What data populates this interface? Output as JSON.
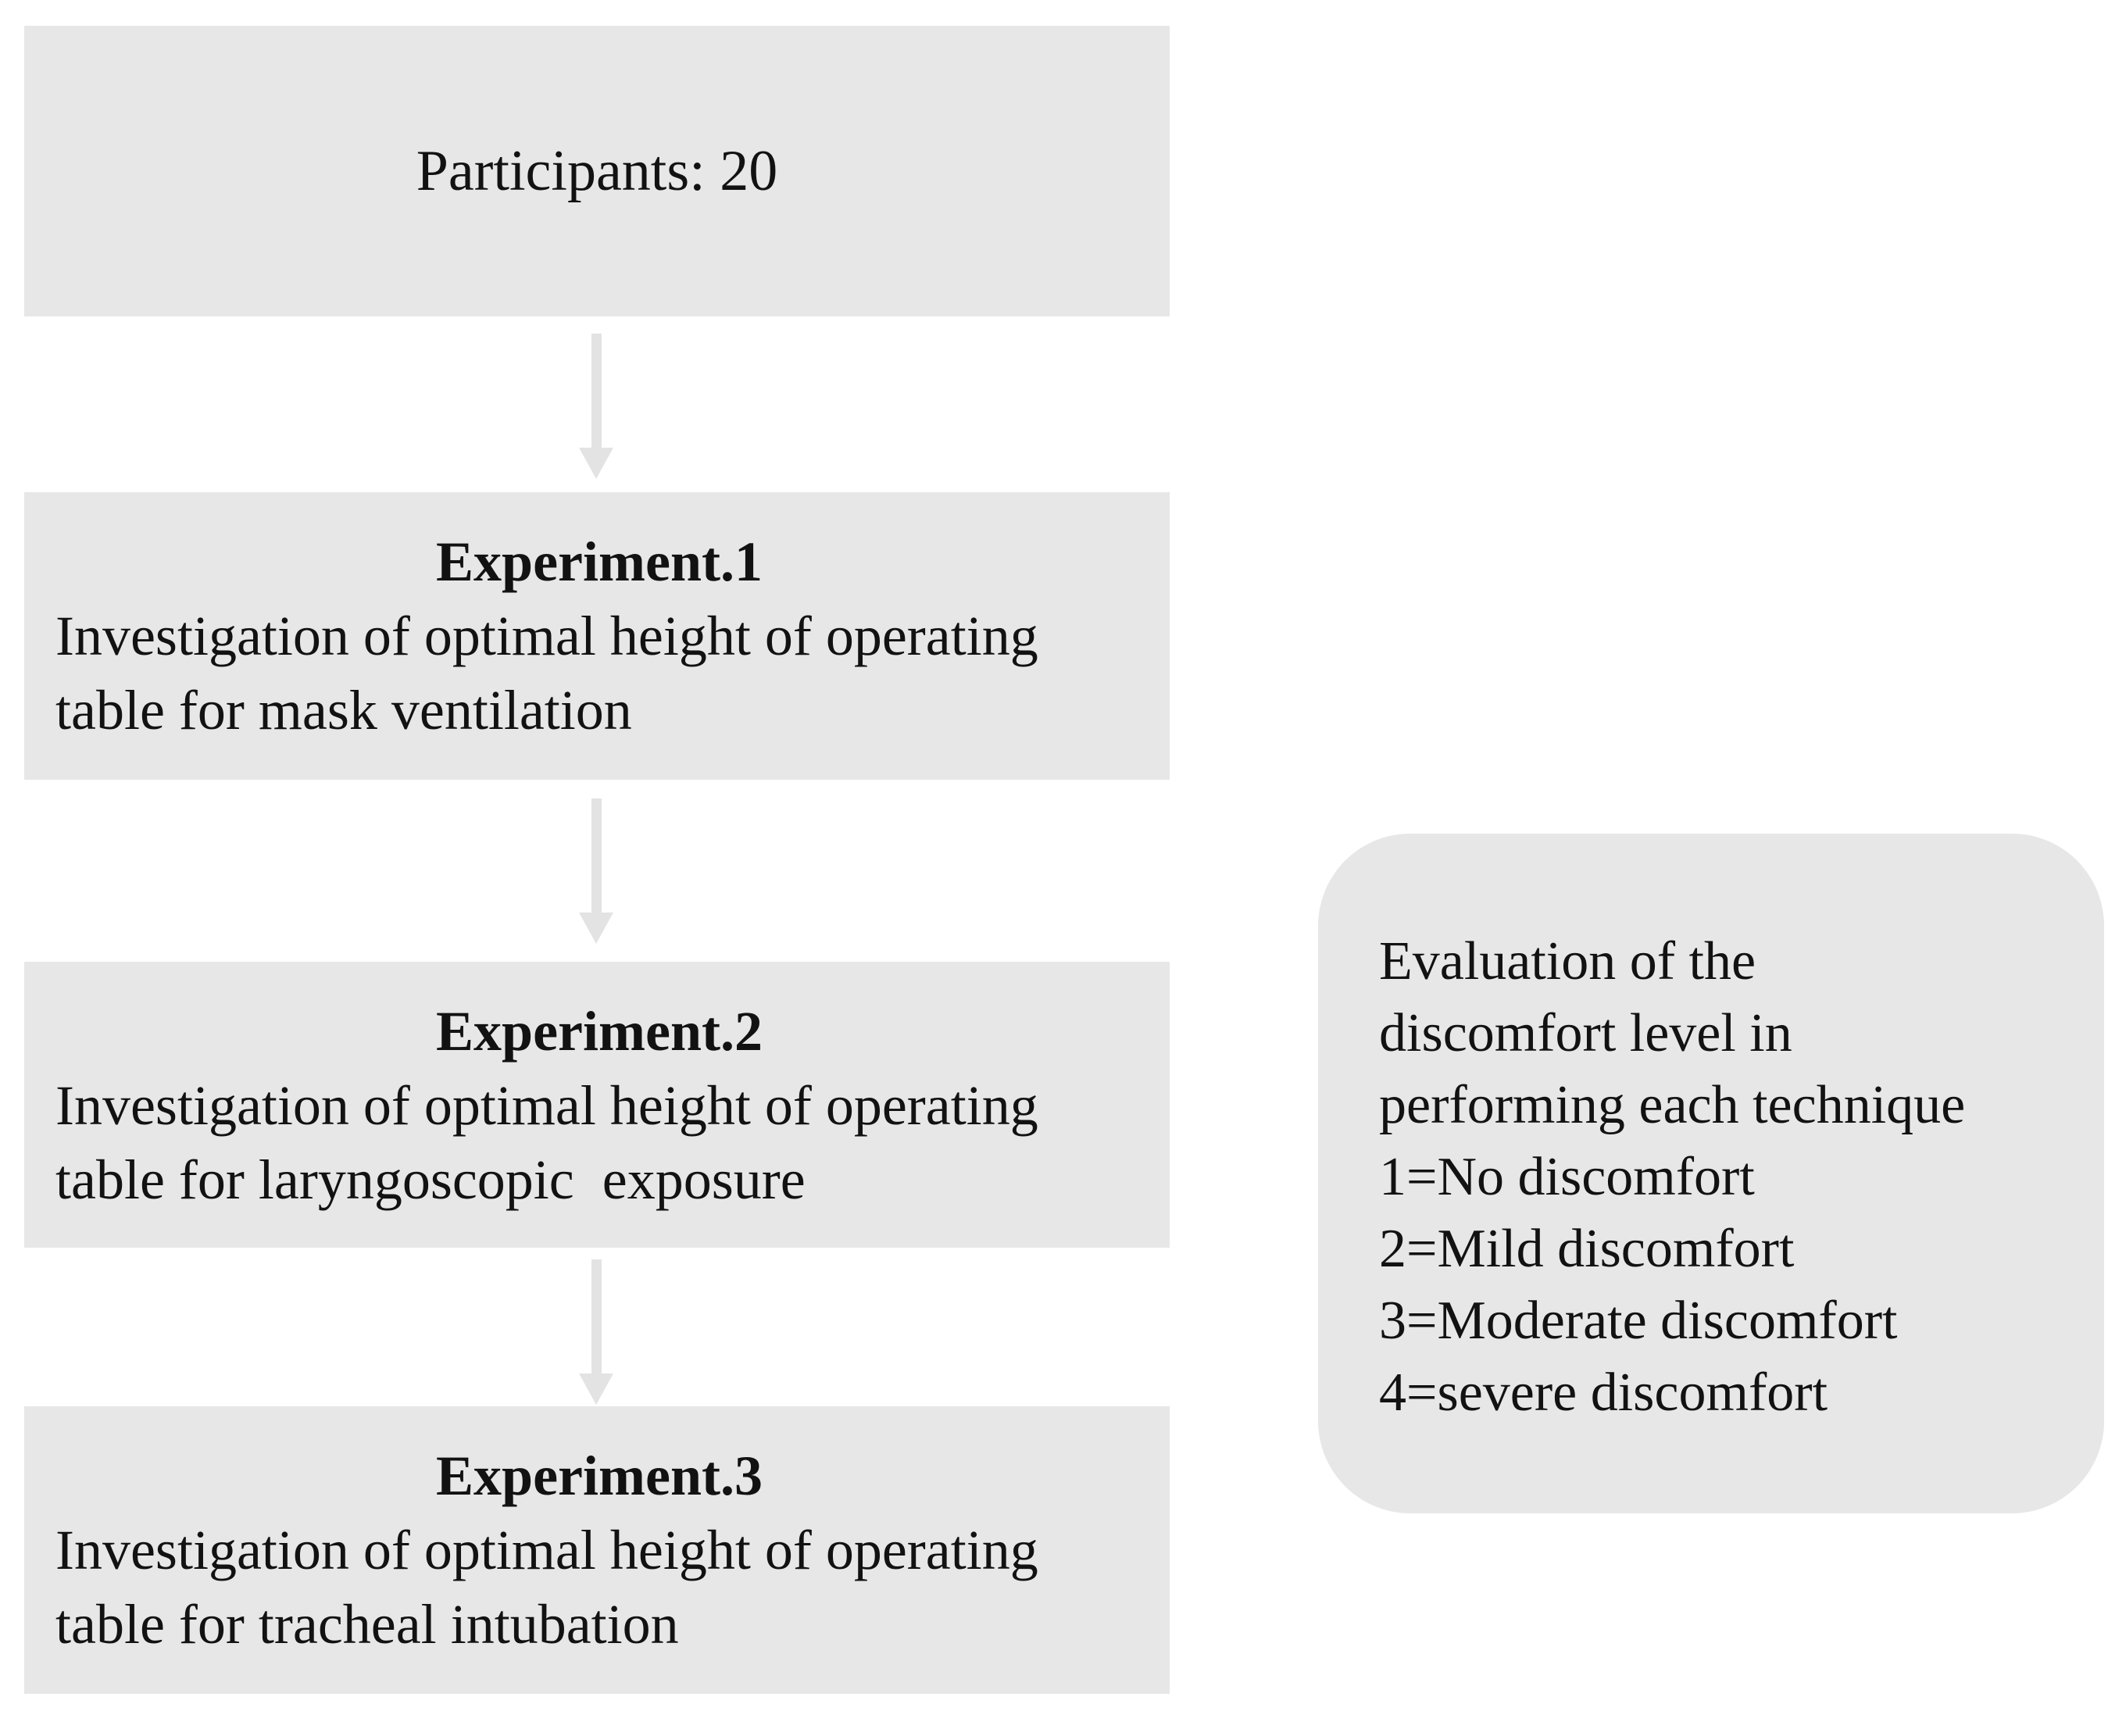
{
  "theme": {
    "canvas_bg": "#ffffff",
    "box_fill": "#e7e7e7",
    "arrow_fill": "#e3e3e3",
    "text_color": "#121212"
  },
  "flowchart": {
    "participants": {
      "label": "Participants: 20"
    },
    "experiments": [
      {
        "title": "Experiment.1",
        "lines": [
          "Investigation of optimal height of operating",
          "table for mask ventilation"
        ]
      },
      {
        "title": "Experiment.2",
        "lines": [
          "Investigation of optimal height of operating",
          "table for laryngoscopic  exposure"
        ]
      },
      {
        "title": "Experiment.3",
        "lines": [
          "Investigation of optimal height of operating",
          "table for tracheal intubation"
        ]
      }
    ]
  },
  "side_note": {
    "lines": [
      "Evaluation of the",
      "discomfort level in",
      "performing each technique",
      "1=No discomfort",
      "2=Mild discomfort",
      "3=Moderate discomfort",
      "4=severe discomfort"
    ]
  }
}
